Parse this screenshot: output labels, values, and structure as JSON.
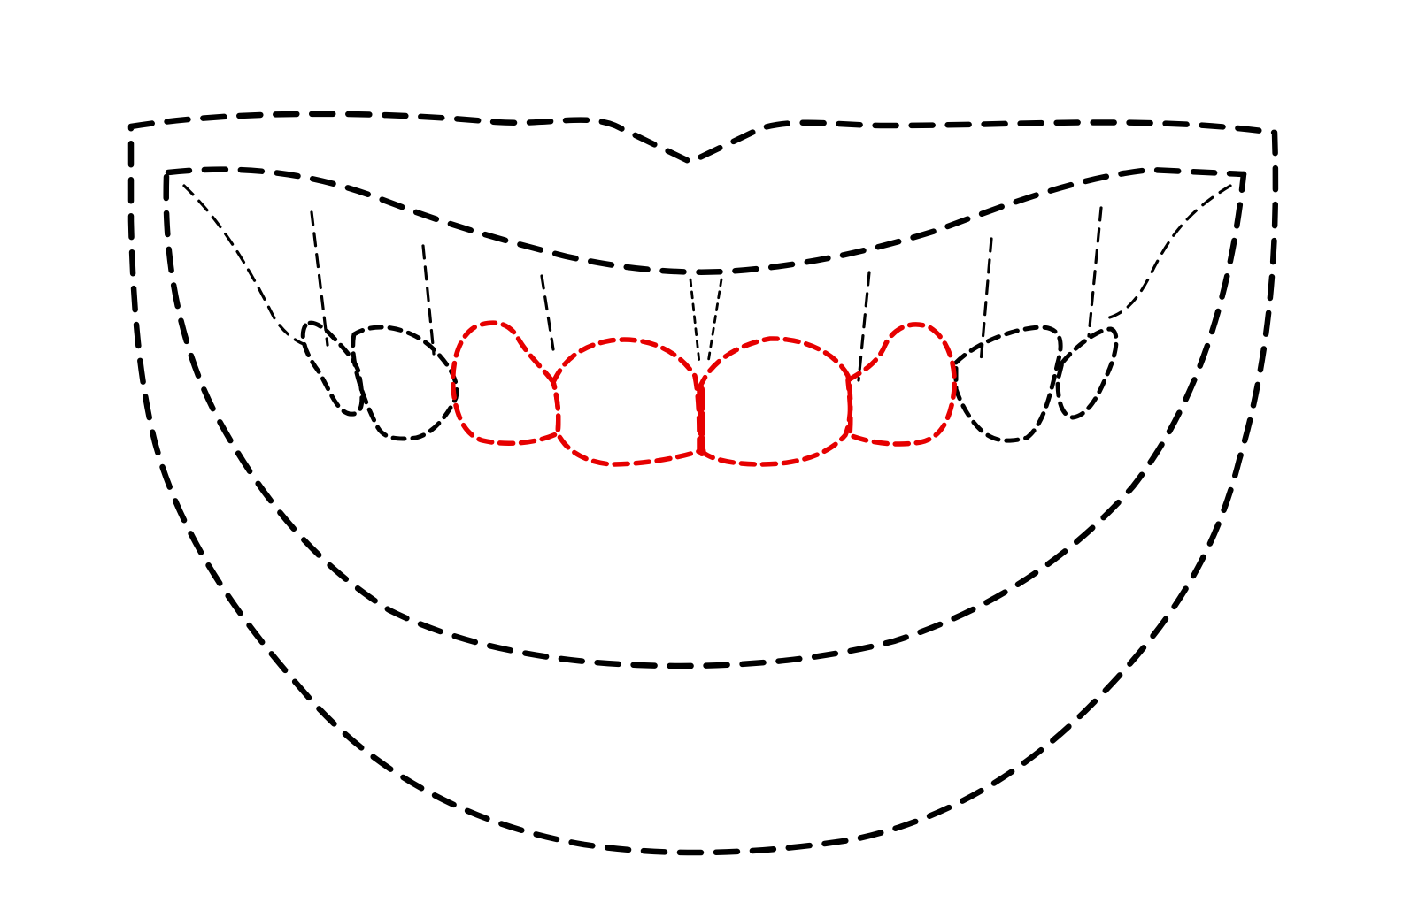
{
  "figure": {
    "description_label": "",
    "colors": {
      "background": "#ffffff",
      "outline": "#000000",
      "highlight": "#e60000"
    },
    "highlighted_teeth": [
      "upper-right-lateral-incisor",
      "upper-right-central-incisor",
      "upper-left-central-incisor",
      "upper-left-lateral-incisor"
    ],
    "outlined_teeth": [
      "upper-right-first-premolar",
      "upper-right-canine",
      "upper-left-canine",
      "upper-left-first-premolar"
    ],
    "line_style": "dashed"
  }
}
